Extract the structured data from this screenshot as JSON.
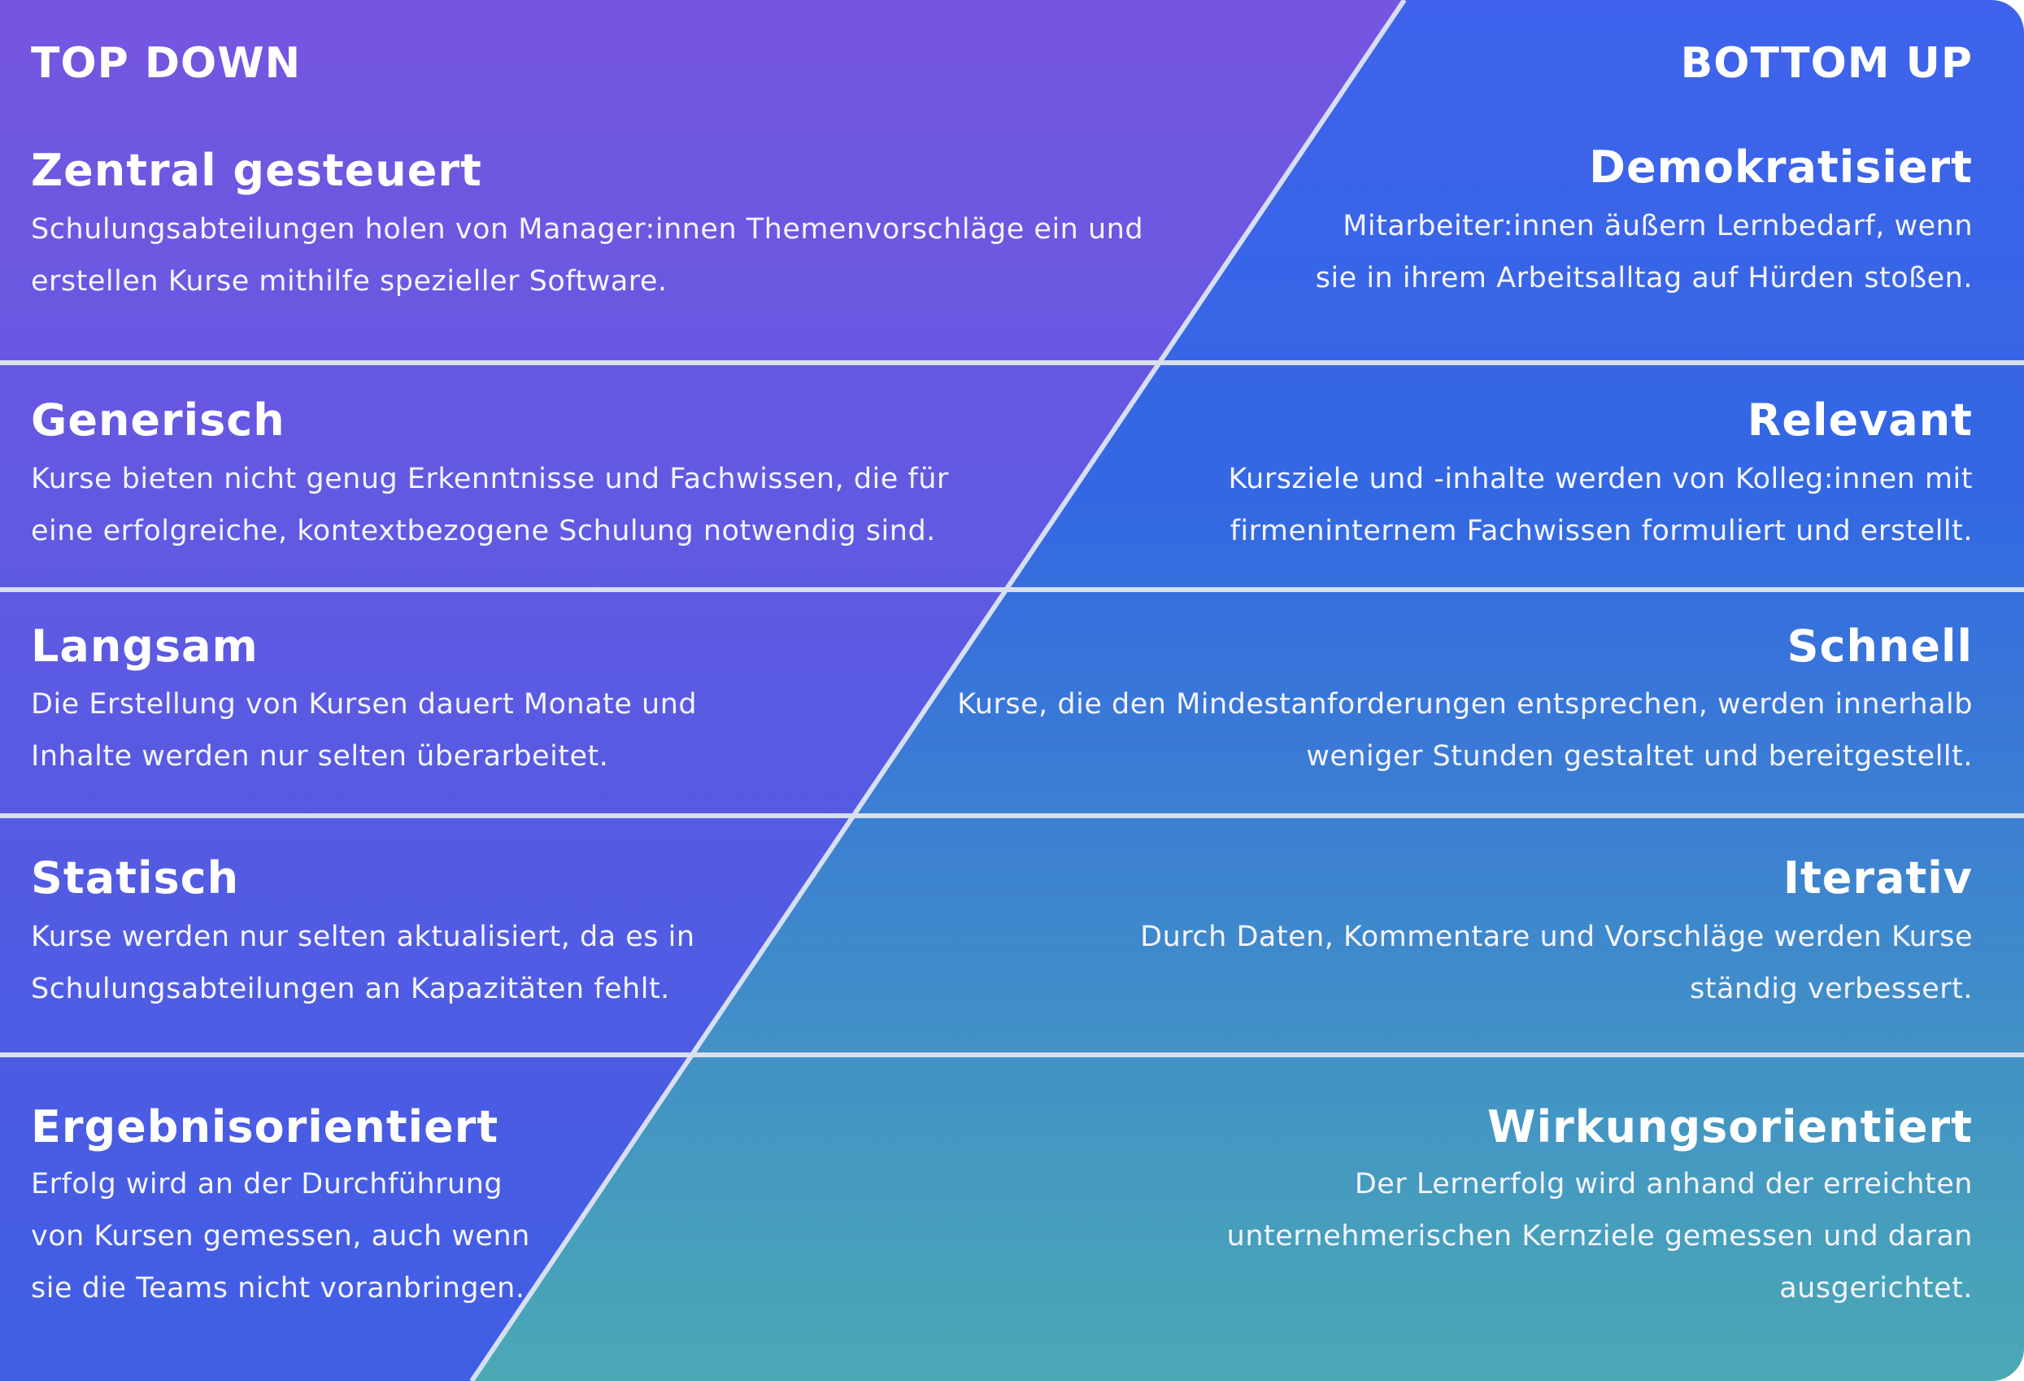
{
  "colors": {
    "left_top": "#7656e0",
    "left_bottom": "#3f5ee4",
    "right_top": "#3f63ec",
    "right_bottom": "#4aa9b5",
    "divider": "#d7dff0"
  },
  "top_down": {
    "heading": "TOP DOWN",
    "rows": [
      {
        "title": "Zentral gesteuert",
        "text": "Schulungsabteilungen holen von Manager:innen Themenvorschläge ein und\nerstellen Kurse mithilfe spezieller Software."
      },
      {
        "title": "Generisch",
        "text": "Kurse bieten nicht genug Erkenntnisse und Fachwissen, die für\neine erfolgreiche, kontextbezogene Schulung notwendig sind."
      },
      {
        "title": "Langsam",
        "text": "Die Erstellung von Kursen dauert Monate und\nInhalte werden nur selten überarbeitet."
      },
      {
        "title": "Statisch",
        "text": "Kurse werden nur selten aktualisiert, da es in\nSchulungsabteilungen an Kapazitäten fehlt."
      },
      {
        "title": "Ergebnisorientiert",
        "text": "Erfolg wird an der Durchführung\nvon Kursen gemessen, auch wenn\nsie die Teams nicht voranbringen."
      }
    ]
  },
  "bottom_up": {
    "heading": "BOTTOM UP",
    "rows": [
      {
        "title": "Demokratisiert",
        "text": "Mitarbeiter:innen äußern Lernbedarf, wenn\nsie in ihrem Arbeitsalltag auf Hürden stoßen."
      },
      {
        "title": "Relevant",
        "text": "Kursziele und -inhalte werden von Kolleg:innen mit\nfirmeninternem Fachwissen formuliert und erstellt."
      },
      {
        "title": "Schnell",
        "text": "Kurse, die den Mindestanforderungen entsprechen, werden innerhalb\nweniger Stunden gestaltet und bereitgestellt."
      },
      {
        "title": "Iterativ",
        "text": "Durch Daten, Kommentare und Vorschläge werden Kurse\nständig verbessert."
      },
      {
        "title": "Wirkungsorientiert",
        "text": "Der Lernerfolg wird anhand der erreichten\nunternehmerischen Kernziele gemessen und daran\nausgerichtet."
      }
    ]
  }
}
